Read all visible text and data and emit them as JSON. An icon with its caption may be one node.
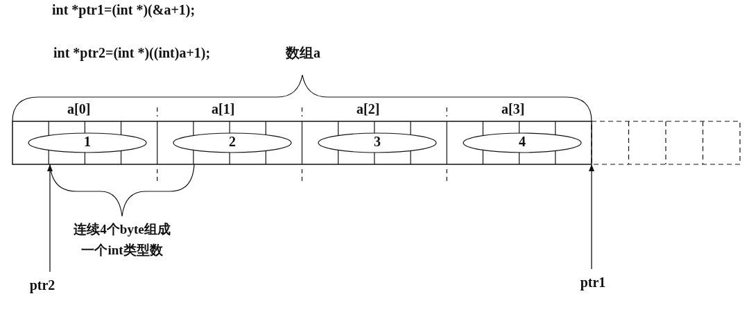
{
  "diagram": {
    "nodes": [
      {
        "text": [
          "1"
        ],
        "beside": [
          "a[0]"
        ]
      },
      {
        "text": [
          "2"
        ],
        "beside": [
          "a[1]"
        ]
      },
      {
        "text": [
          "3"
        ],
        "beside": [
          "a[2]"
        ]
      },
      {
        "text": [
          "4"
        ],
        "beside": [
          "a[3]"
        ]
      },
      {
        "text": [
          "ptr2"
        ]
      },
      {
        "text": [
          "ptr1"
        ]
      }
    ],
    "edges": [
      {
        "from": 4,
        "to": 0,
        "arrow": "to"
      },
      {
        "from": 5,
        "to": 3,
        "arrow": "to"
      }
    ],
    "labels": [
      "int *ptr1=(int *)(&a+1);",
      "int *ptr2=(int *)((int)a+1);",
      "数组a",
      "连续4个byte组成一个int类型数"
    ]
  }
}
